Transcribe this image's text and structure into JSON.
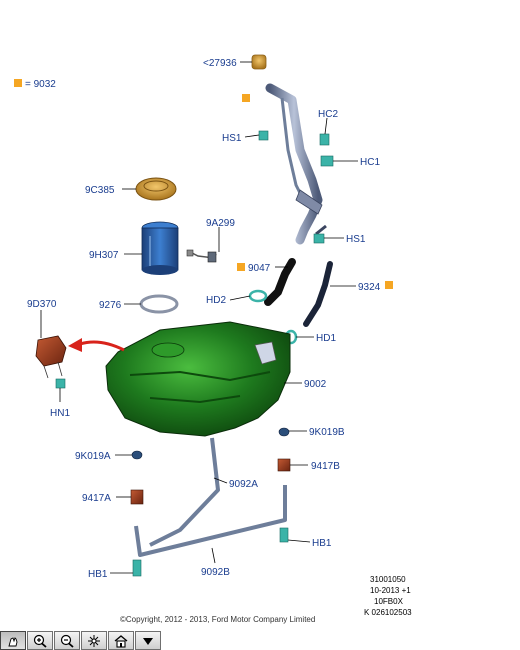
{
  "legend": {
    "code": "= 9032",
    "swatch_color": "#f5a623"
  },
  "labels": {
    "p27936": "<27936",
    "hc2": "HC2",
    "hs1_top": "HS1",
    "hc1": "HC1",
    "p9c385": "9C385",
    "p9a299": "9A299",
    "p9h307": "9H307",
    "hs1_mid": "HS1",
    "p9047": "9047",
    "p9324": "9324",
    "p9d370": "9D370",
    "p9276": "9276",
    "hd2": "HD2",
    "hd1": "HD1",
    "p9002": "9002",
    "hn1": "HN1",
    "p9k019a": "9K019A",
    "p9k019b": "9K019B",
    "p9417a": "9417A",
    "p9417b": "9417B",
    "p9092a": "9092A",
    "p9092b": "9092B",
    "hb1_right": "HB1",
    "hb1_left": "HB1"
  },
  "reference": {
    "line1": "31001050",
    "line2": "10-2013 +1",
    "line3": "10FB0X",
    "line4": "K 026102503"
  },
  "copyright": "©Copyright, 2012 - 2013, Ford Motor Company Limited",
  "colors": {
    "label_text": "#1a3d8f",
    "tank_green": "#1e7a1e",
    "module_blue": "#2b5fa8",
    "strap_gray": "#6e7e9a",
    "bracket_brown": "#9b3a1f",
    "cap_orange": "#d9a23a",
    "clip_teal": "#3bb3a8",
    "arrow_red": "#d8231b"
  },
  "toolbar": {
    "buttons": [
      "pan-icon",
      "zoom-in-icon",
      "zoom-out-icon",
      "reset-icon",
      "home-icon",
      "menu-down-icon"
    ]
  }
}
